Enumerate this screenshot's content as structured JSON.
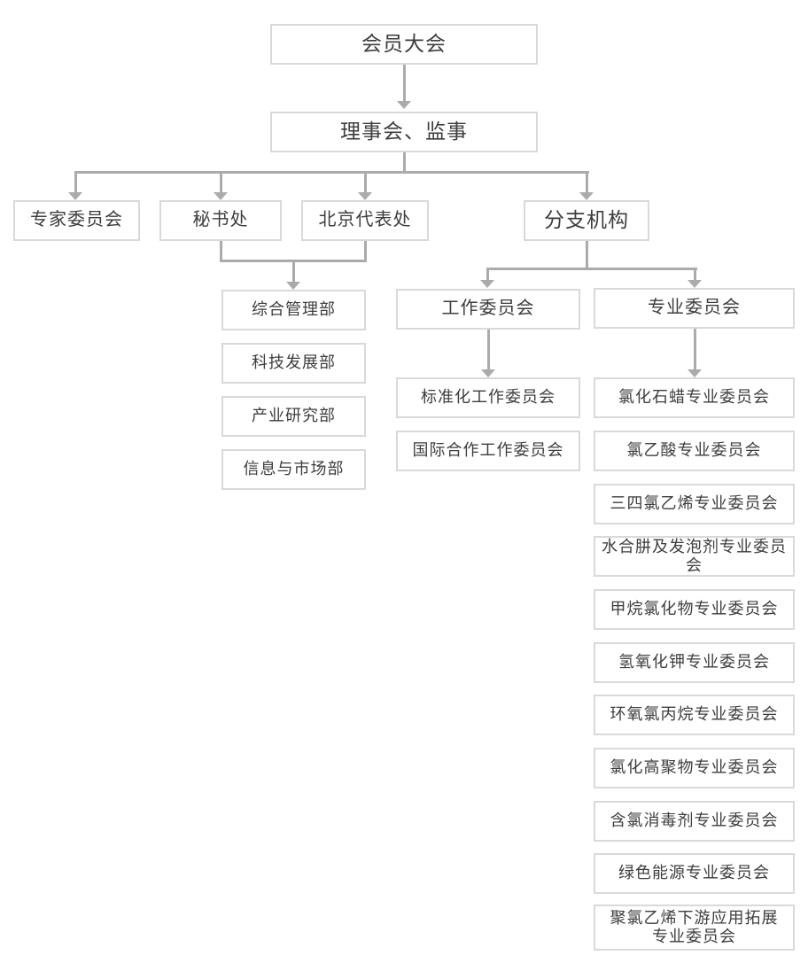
{
  "colors": {
    "background": "#ffffff",
    "box_border": "#d9d9d9",
    "connector": "#ababab",
    "text": "#3d3d3d"
  },
  "org": {
    "root": "会员大会",
    "board": "理事会、监事",
    "level3": {
      "expert": "专家委员会",
      "secretariat": "秘书处",
      "beijing": "北京代表处",
      "branches": "分支机构"
    },
    "secretariat_departments": [
      "综合管理部",
      "科技发展部",
      "产业研究部",
      "信息与市场部"
    ],
    "branch_children": {
      "working": "工作委员会",
      "professional": "专业委员会"
    },
    "working_committees": [
      "标准化工作委员会",
      "国际合作工作委员会"
    ],
    "professional_committees": [
      "氯化石蜡专业委员会",
      "氯乙酸专业委员会",
      "三四氯乙烯专业委员会",
      "水合肼及发泡剂专业委员会",
      "甲烷氯化物专业委员会",
      "氢氧化钾专业委员会",
      "环氧氯丙烷专业委员会",
      "氯化高聚物专业委员会",
      "含氯消毒剂专业委员会",
      "绿色能源专业委员会",
      "聚氯乙烯下游应用拓展\n专业委员会"
    ]
  }
}
